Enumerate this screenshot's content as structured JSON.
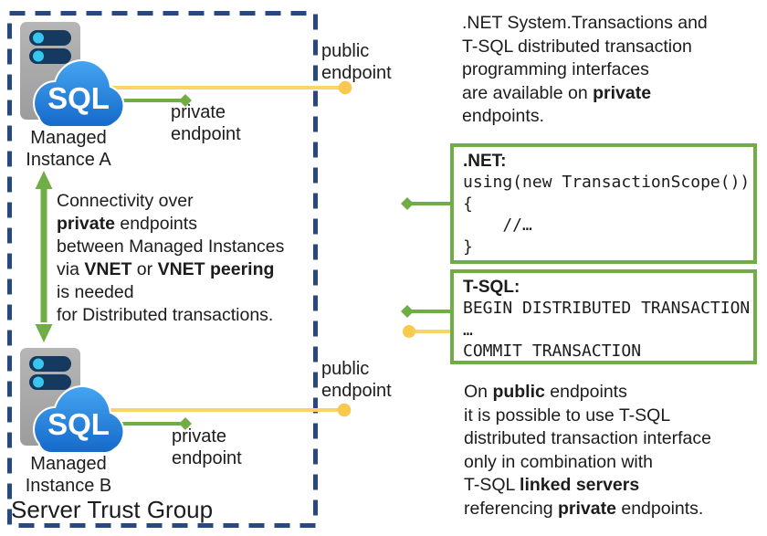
{
  "colors": {
    "trust_border_blue": "#27497F",
    "accent_green": "#70AD47",
    "accent_yellow": "#FBD466",
    "yellow_dot": "#F9C84E",
    "cloud_blue_top": "#47A7F2",
    "cloud_blue_bottom": "#1468C9",
    "server_gray": "#ABABAB",
    "server_slot_navy": "#15395F",
    "server_led_cyan": "#38C6EC",
    "text_black": "#1C1C1C"
  },
  "trust_group": {
    "label": "Server Trust Group"
  },
  "sql_icon_label": "SQL",
  "instances": {
    "a": {
      "line1": "Managed",
      "line2": "Instance A"
    },
    "b": {
      "line1": "Managed",
      "line2": "Instance B"
    }
  },
  "endpoint_labels": {
    "public1": "public",
    "public2": "endpoint",
    "private1": "private",
    "private2": "endpoint"
  },
  "middle_note": {
    "l1": "Connectivity over",
    "l2a": "private",
    "l2b": " endpoints",
    "l3": "between Managed Instances",
    "l4a": "via ",
    "l4b": "VNET",
    "l4c": " or ",
    "l4d": "VNET peering",
    "l5": "is needed",
    "l6": "for Distributed transactions."
  },
  "top_note": {
    "l1": ".NET System.Transactions and",
    "l2": "T-SQL distributed transaction",
    "l3": "programming interfaces",
    "l4a": "are available on ",
    "l4b": "private",
    "l5": "endpoints."
  },
  "net_box": {
    "title": ".NET:",
    "code1": "using(new TransactionScope())",
    "code2": "{",
    "code3": "    //…",
    "code4": "}"
  },
  "tsql_box": {
    "title": "T-SQL:",
    "code1": "BEGIN DISTRIBUTED TRANSACTION",
    "code2": "…",
    "code3": "COMMIT TRANSACTION"
  },
  "bottom_note": {
    "l1a": "On ",
    "l1b": "public",
    "l1c": " endpoints",
    "l2": "it is possible to use T-SQL",
    "l3": "distributed transaction interface",
    "l4": "only in combination with",
    "l5a": "T-SQL ",
    "l5b": "linked servers",
    "l6a": "referencing ",
    "l6b": "private",
    "l6c": " endpoints."
  }
}
